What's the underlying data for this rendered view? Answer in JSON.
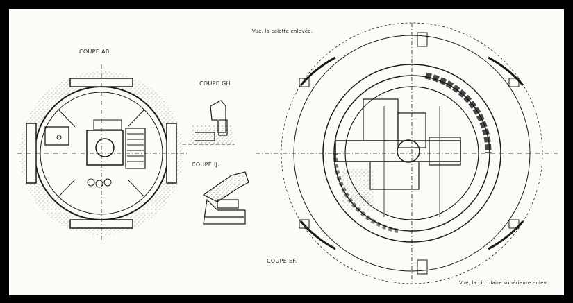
{
  "labels": {
    "coupe_ab": "COUPE AB.",
    "coupe_gh": "COUPE GH.",
    "coupe_ij": "COUPE IJ.",
    "coupe_ef": "COUPE EF.",
    "vue_calotte": "Vue, la calotte enlevée.",
    "vue_circulaire": "Vue, la circulaire supérieure enlev"
  },
  "colors": {
    "ink": "#1a1a1a",
    "paper": "#fbfbf8",
    "border": "#000000"
  }
}
